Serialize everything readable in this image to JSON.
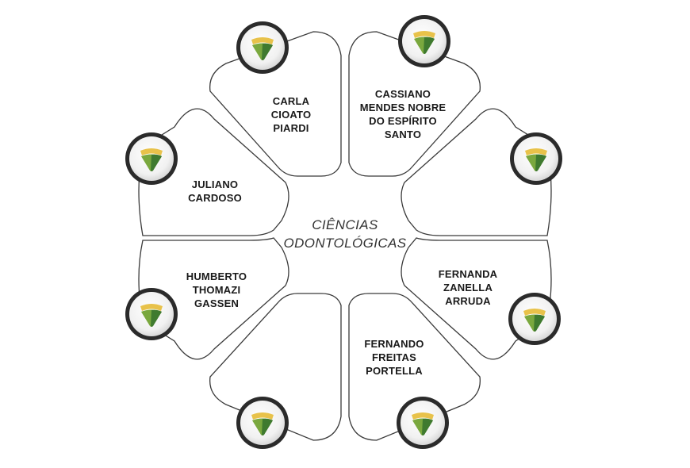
{
  "center": {
    "title_line1": "CIÊNCIAS",
    "title_line2": "ODONTOLÓGICAS"
  },
  "members": [
    {
      "lines": [
        "CARLA",
        "CIOATO",
        "PIARDI"
      ]
    },
    {
      "lines": [
        "CASSIANO",
        "MENDES NOBRE",
        "DO ESPÍRITO",
        "SANTO"
      ]
    },
    {
      "lines": []
    },
    {
      "lines": [
        "FERNANDA",
        "ZANELLA",
        "ARRUDA"
      ]
    },
    {
      "lines": [
        "FERNANDO",
        "FREITAS",
        "PORTELLA"
      ]
    },
    {
      "lines": []
    },
    {
      "lines": [
        "HUMBERTO",
        "THOMAZI",
        "GASSEN"
      ]
    },
    {
      "lines": [
        "JULIANO",
        "CARDOSO"
      ]
    }
  ],
  "badge_icon": "shield-logo-icon",
  "colors": {
    "outline": "#3a3a3a",
    "badge_ring": "#2b2b2b",
    "logo_green": "#7aa83e",
    "logo_dark_green": "#3f7a2f",
    "logo_yellow": "#e8c24a"
  }
}
